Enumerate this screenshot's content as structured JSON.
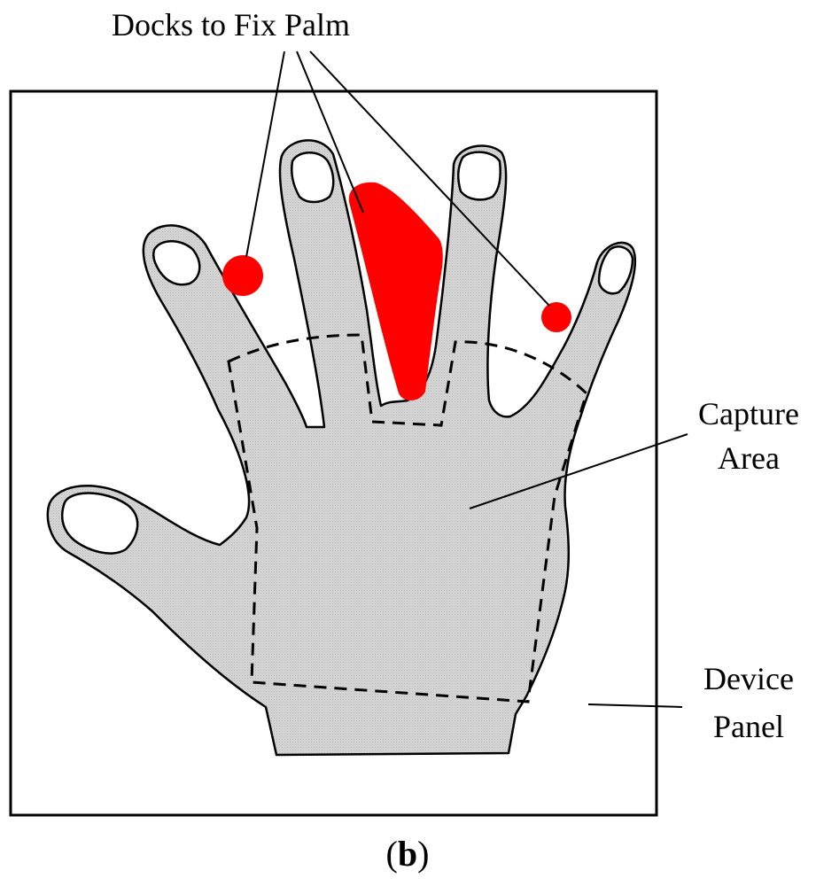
{
  "labels": {
    "docks": "Docks to Fix Palm",
    "capture_line1": "Capture",
    "capture_line2": "Area",
    "device_line1": "Device",
    "device_line2": "Panel",
    "panel_letter": "b"
  },
  "colors": {
    "hand_fill": "#d3d3d3",
    "dock_red": "#ff0000",
    "line": "#000000"
  }
}
